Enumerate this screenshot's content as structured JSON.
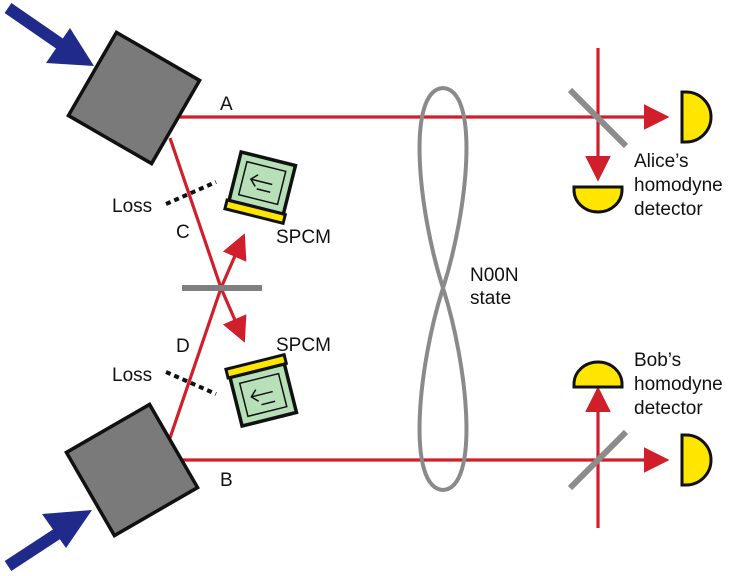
{
  "labels": {
    "port_a": "A",
    "port_b": "B",
    "port_c": "C",
    "port_d": "D",
    "loss_upper": "Loss",
    "loss_lower": "Loss",
    "spcm_upper": "SPCM",
    "spcm_lower": "SPCM",
    "state_line1": "N00N",
    "state_line2": "state",
    "alice_line1": "Alice’s",
    "alice_line2": "homodyne",
    "alice_line3": "detector",
    "bob_line1": "Bob’s",
    "bob_line2": "homodyne",
    "bob_line3": "detector"
  },
  "colors": {
    "beam": "#d01f2a",
    "pump_arrow": "#1f2a8a",
    "source_box": "#7a7a7a",
    "beamsplitter": "#7f7f7f",
    "detector": "#ffe600",
    "spcm_body": "#b8e0b8",
    "noon_loop": "#8a8a8a"
  },
  "icons": {
    "spcm": "photon-counter-icon",
    "homodyne": "half-dome-detector-icon",
    "pump": "pump-arrow-icon"
  }
}
